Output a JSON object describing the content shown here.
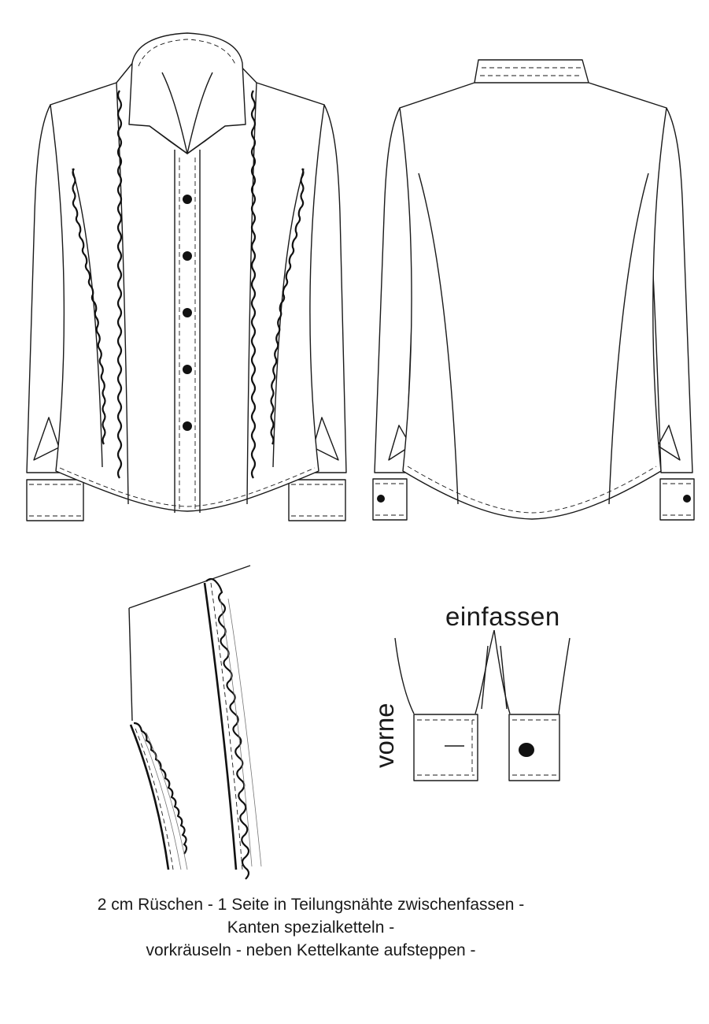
{
  "labels": {
    "binding": "einfassen",
    "front": "vorne"
  },
  "notes": [
    "2 cm Rüschen - 1 Seite in Teilungsnähte zwischenfassen -",
    "Kanten spezialketteln -",
    "vorkräuseln - neben Kettelkante aufsteppen -"
  ],
  "views": [
    "front-view",
    "back-view",
    "ruffle-detail",
    "cuff-detail"
  ],
  "front_buttons": 5
}
